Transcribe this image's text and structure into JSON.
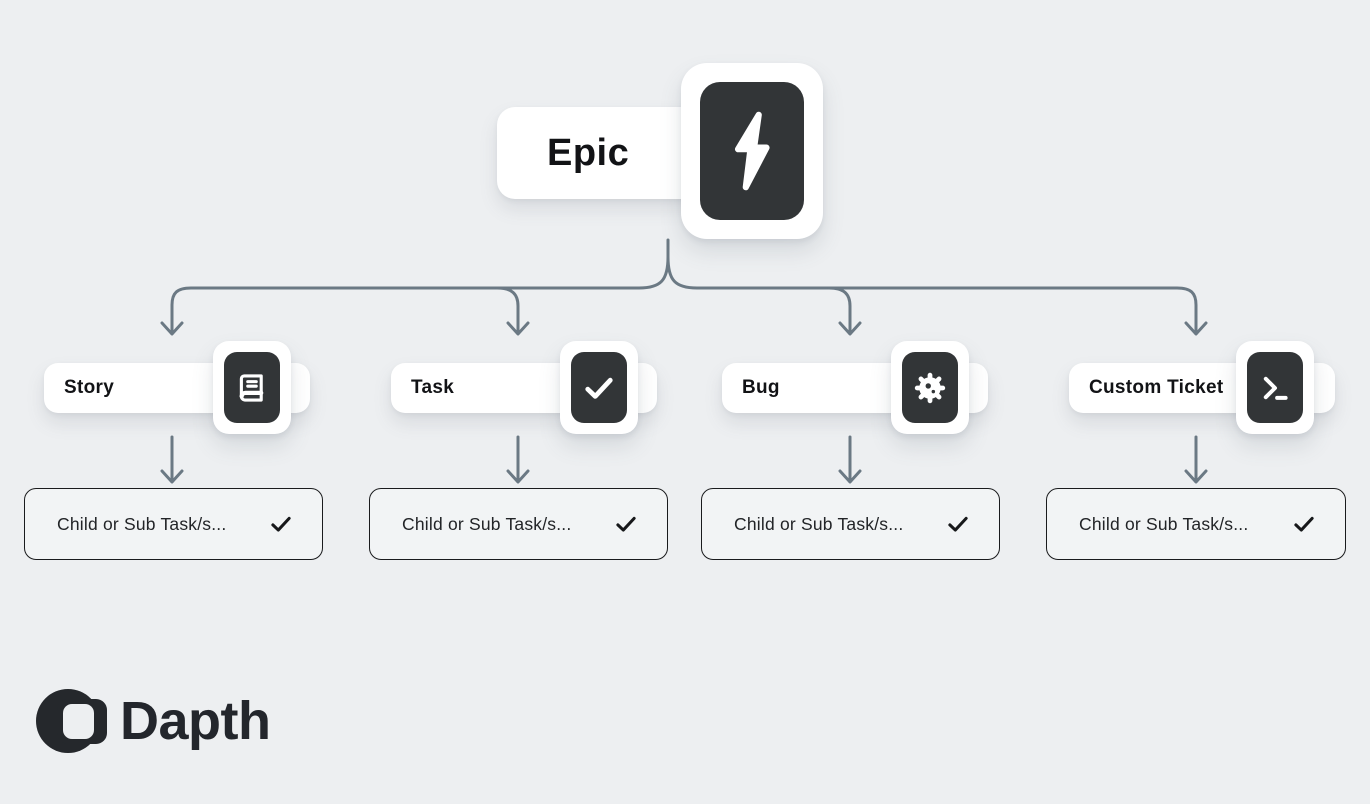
{
  "diagram": {
    "root": {
      "label": "Epic",
      "icon": "lightning-icon"
    },
    "nodes": [
      {
        "label": "Story",
        "icon": "book-icon",
        "child": {
          "label": "Child or Sub Task/s...",
          "icon": "check-icon"
        }
      },
      {
        "label": "Task",
        "icon": "check-icon",
        "child": {
          "label": "Child or Sub Task/s...",
          "icon": "check-icon"
        }
      },
      {
        "label": "Bug",
        "icon": "bug-icon",
        "child": {
          "label": "Child or Sub Task/s...",
          "icon": "check-icon"
        }
      },
      {
        "label": "Custom Ticket",
        "icon": "terminal-icon",
        "child": {
          "label": "Child or Sub Task/s...",
          "icon": "check-icon"
        }
      }
    ]
  },
  "branding": {
    "logo_text": "Dapth"
  },
  "colors": {
    "background": "#edeff1",
    "card_dark": "#323537",
    "connector": "#6b7984",
    "child_box_bg": "#f2f4f5",
    "child_box_border": "#1a1b1d",
    "text": "#121316"
  }
}
